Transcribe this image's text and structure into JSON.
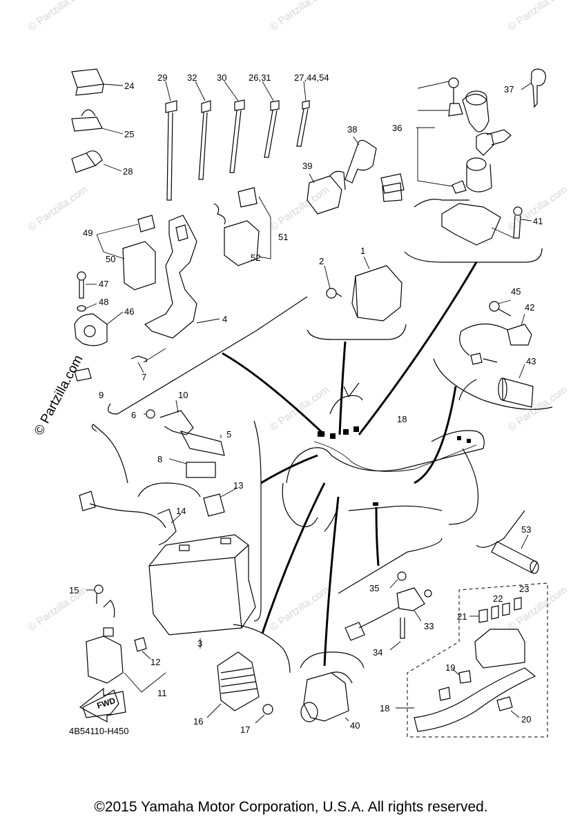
{
  "watermark": "© Partzilla.com",
  "diagram_code": "4B54110-H450",
  "fwd_label": "FWD",
  "copyright": "©2015 Yamaha Motor Corporation, U.S.A. All rights reserved.",
  "callouts": {
    "c1": "1",
    "c2": "2",
    "c3": "3",
    "c4": "4",
    "c5": "5",
    "c6": "6",
    "c7": "7",
    "c8": "8",
    "c9": "9",
    "c10": "10",
    "c11": "11",
    "c12": "12",
    "c13": "13",
    "c14": "14",
    "c15": "15",
    "c16": "16",
    "c17": "17",
    "c18a": "18",
    "c18b": "18",
    "c19": "19",
    "c20": "20",
    "c21": "21",
    "c22": "22",
    "c23": "23",
    "c24": "24",
    "c25": "25",
    "c28": "28",
    "c29": "29",
    "c30": "30",
    "c32": "32",
    "c2631": "26,31",
    "c274454": "27,44,54",
    "c33": "33",
    "c34": "34",
    "c35": "35",
    "c36": "36",
    "c37": "37",
    "c38": "38",
    "c39": "39",
    "c40": "40",
    "c41": "41",
    "c42": "42",
    "c43": "43",
    "c45": "45",
    "c46": "46",
    "c47": "47",
    "c48": "48",
    "c49": "49",
    "c50": "50",
    "c51": "51",
    "c52": "52",
    "c53": "53"
  }
}
